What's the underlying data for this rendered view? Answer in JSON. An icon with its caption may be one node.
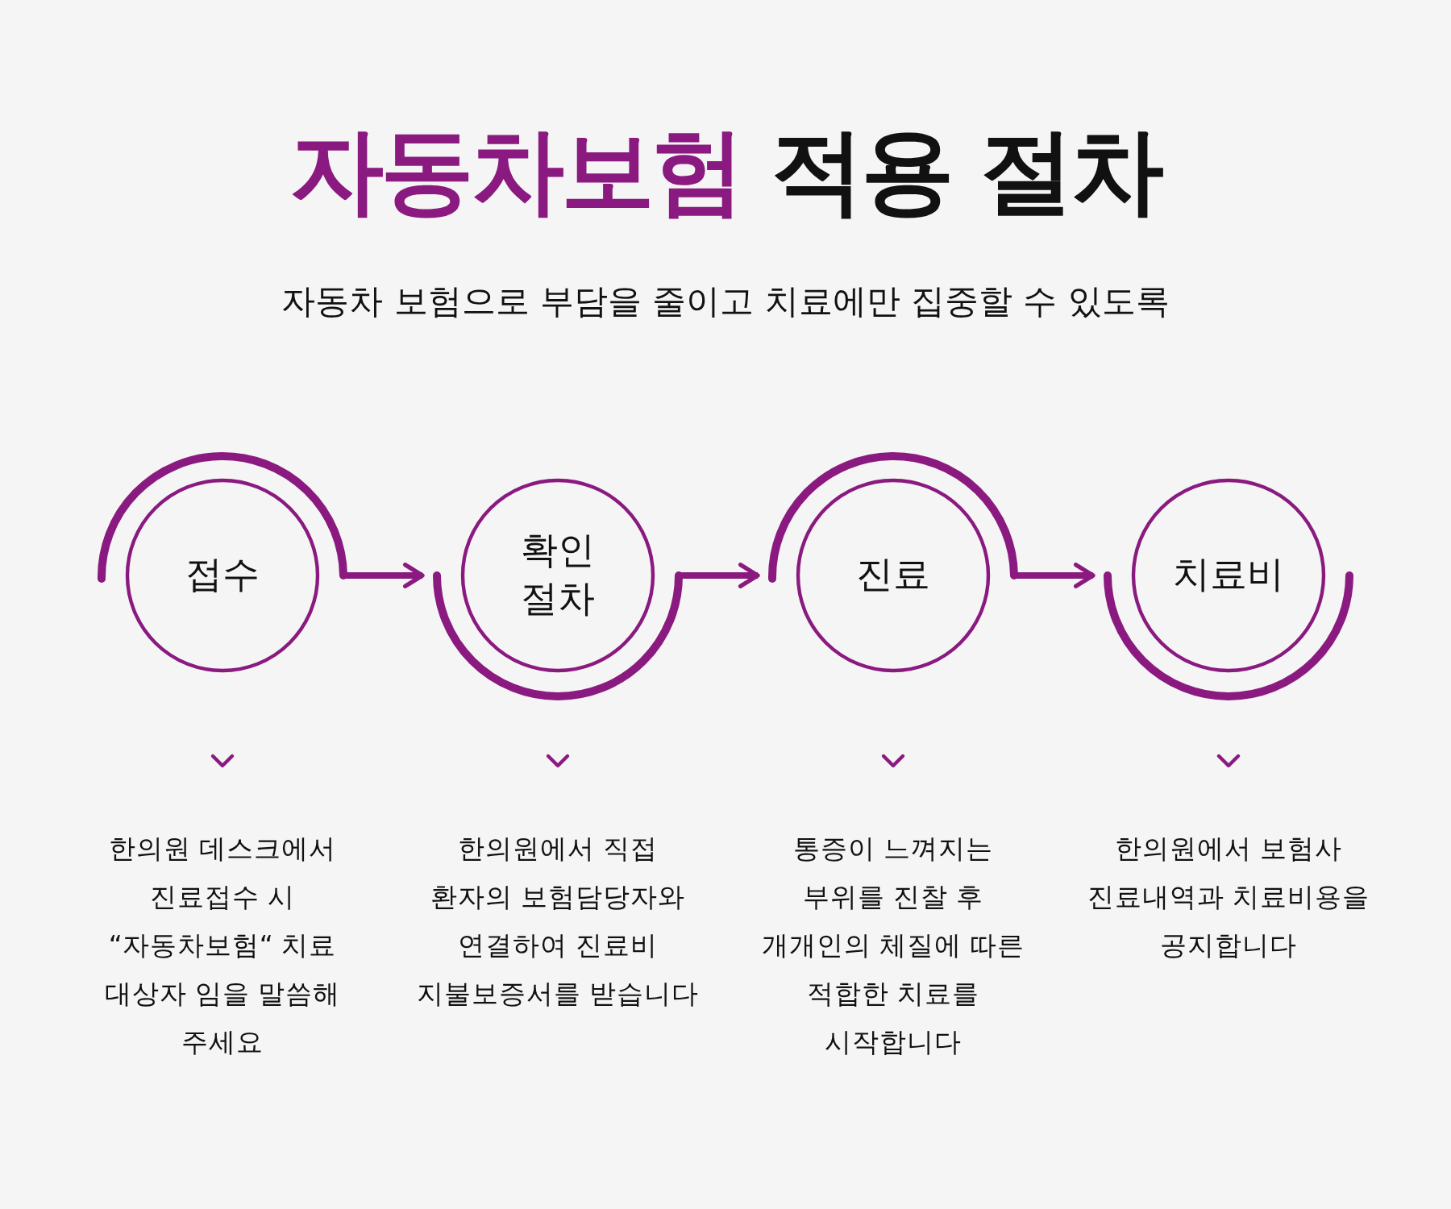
{
  "diagram": {
    "title": "자동차보험 적용 절차",
    "nodes": [
      {
        "text": [
          "접수"
        ]
      },
      {
        "text": [
          "확인 절차"
        ]
      },
      {
        "text": [
          "진료"
        ]
      },
      {
        "text": [
          "치료비"
        ]
      }
    ],
    "edges": [
      {
        "from": 0,
        "to": 1,
        "arrow": "to"
      },
      {
        "from": 1,
        "to": 2,
        "arrow": "to"
      },
      {
        "from": 2,
        "to": 3,
        "arrow": "to"
      }
    ],
    "labels": [
      "자동차 보험으로 부담을 줄이고 치료에만 집중할 수 있도록",
      "한의원 데스크에서 진료접수 시 “자동차보험“ 치료 대상자 임을 말씀해 주세요",
      "한의원에서 직접 환자의 보험담당자와 연결하여 진료비 지불보증서를 받습니다",
      "통증이 느껴지는 부위를 진찰 후 개개인의 체질에 따른 적합한 치료를 시작합니다",
      "한의원에서 보험사 진료내역과 치료비용을 공지합니다"
    ]
  }
}
